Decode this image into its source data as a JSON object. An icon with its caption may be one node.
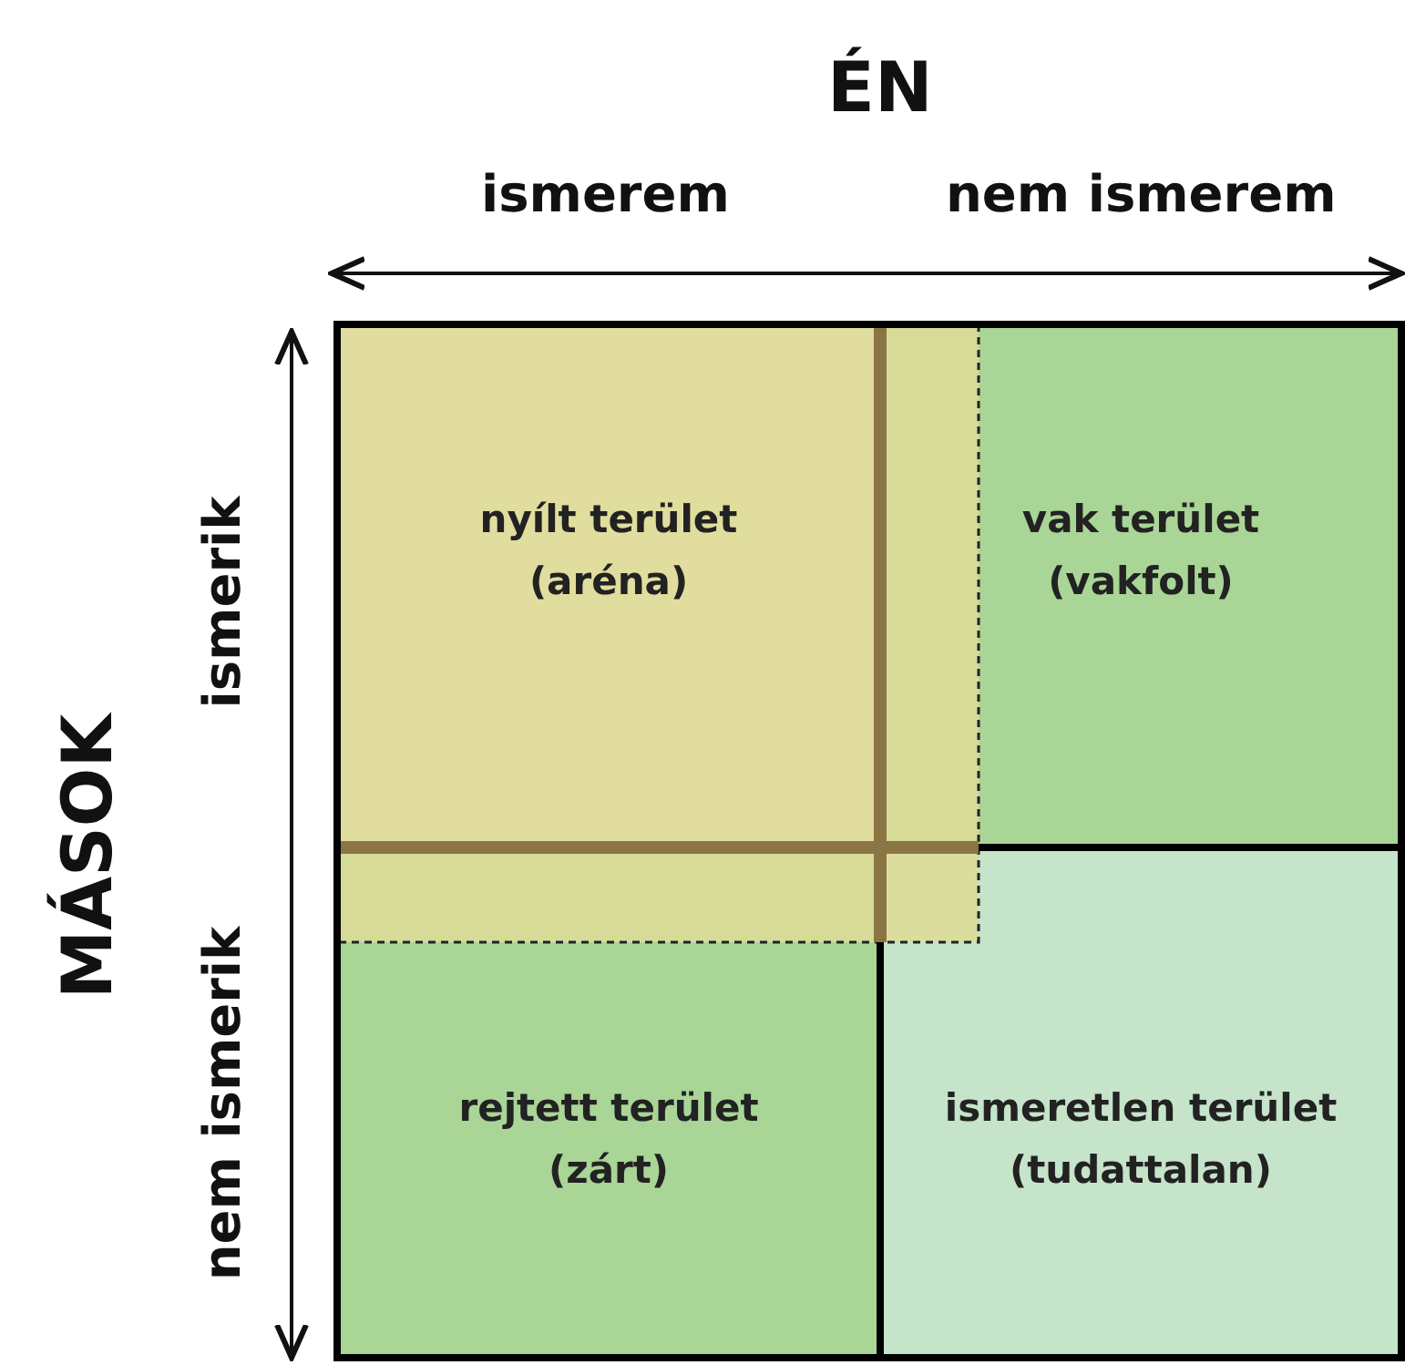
{
  "diagram": {
    "nodes": [
      {
        "text": [
          "nyílt terület (aréna)"
        ]
      },
      {
        "text": [
          "vak terület (vakfolt)"
        ]
      },
      {
        "text": [
          "rejtett terület (zárt)"
        ]
      },
      {
        "text": [
          "ismeretlen terület (tudattalan)"
        ]
      }
    ],
    "labels": [
      "ÉN",
      "ismerem",
      "nem ismerem",
      "MÁSOK",
      "ismerik",
      "nem ismerik"
    ]
  }
}
